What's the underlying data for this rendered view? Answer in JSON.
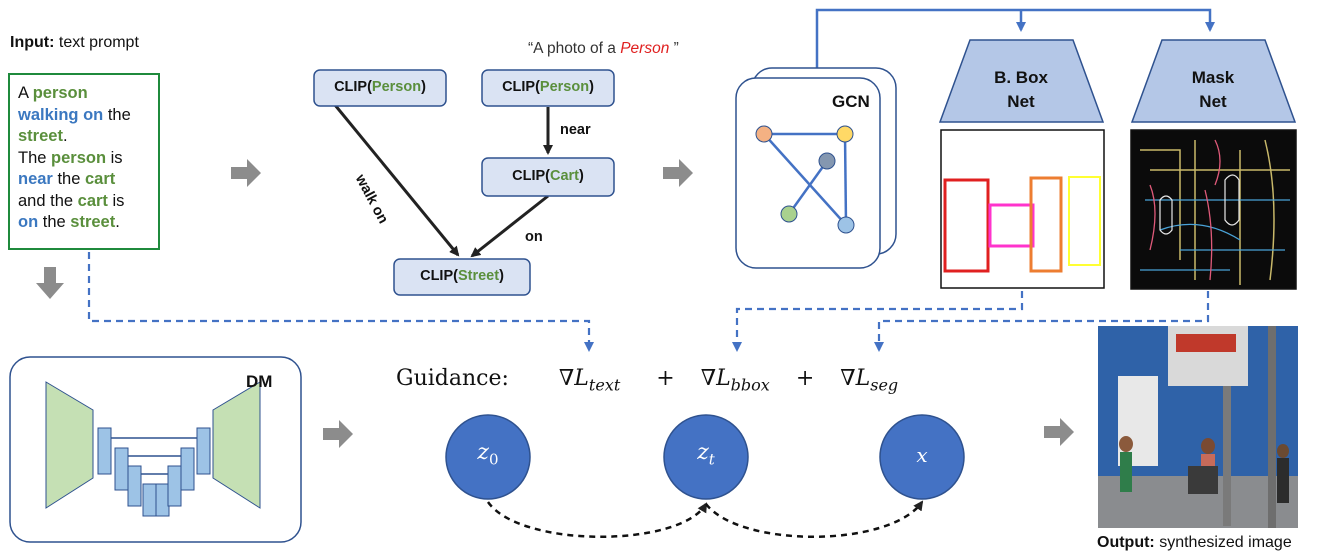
{
  "input_title": {
    "bold": "Input:",
    "rest": " text prompt"
  },
  "output_title": {
    "bold": "Output:",
    "rest": " synthesized image"
  },
  "prompt_sentence": {
    "w1": "A ",
    "w2": "person",
    "w3": "walking on",
    "w4": " the",
    "w5": "street",
    "w6": ".",
    "w7": "The ",
    "w8": "person",
    "w9": " is",
    "w10": "near",
    "w11": " the ",
    "w12": "cart",
    "w13": "and the ",
    "w14": "cart",
    "w15": " is",
    "w16": "on",
    "w17": " the ",
    "w18": "street",
    "w19": "."
  },
  "quote": {
    "pre": "“A photo of a ",
    "word": "Person",
    "post": " ”"
  },
  "clip_nodes": {
    "person_left": {
      "pre": "CLIP(",
      "word": "Person",
      "post": ")"
    },
    "person_right": {
      "pre": "CLIP(",
      "word": "Person",
      "post": ")"
    },
    "cart": {
      "pre": "CLIP(",
      "word": "Cart",
      "post": ")"
    },
    "street": {
      "pre": "CLIP(",
      "word": "Street",
      "post": ")"
    }
  },
  "edges": {
    "walk_on": "walk on",
    "near": "near",
    "on": "on"
  },
  "gcn_label": "GCN",
  "bbox_net": {
    "line1": "B. Box",
    "line2": "Net"
  },
  "mask_net": {
    "line1": "Mask",
    "line2": "Net"
  },
  "dm_label": "DM",
  "guidance": {
    "prefix": "Guidance:",
    "t1_sub": "text",
    "plus1": "+",
    "t2_sub": "bbox",
    "plus2": "+",
    "t3_sub": "seg",
    "nabla": "∇",
    "L": "L"
  },
  "latents": {
    "z0_base": "z",
    "z0_sub": "0",
    "zt_base": "z",
    "zt_sub": "t",
    "x": "x"
  },
  "colors": {
    "accent_blue": "#4472c4",
    "node_fill": "#dae3f3",
    "node_stroke": "#2f528f",
    "net_fill": "#b4c7e7",
    "green_text": "#5a8f3c",
    "blue_text": "#3b78c0",
    "red_text": "#e02020",
    "arrow_gray": "#8c8c8c"
  }
}
